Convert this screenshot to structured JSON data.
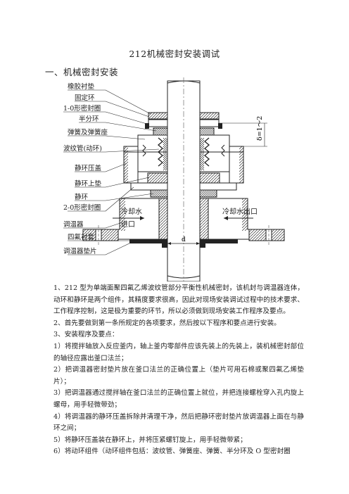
{
  "title": "212机械密封安装调试",
  "section1": "一、机械密封安装",
  "labels": {
    "rubber_gasket": "橡胶衬垫",
    "fixed_ring": "固定环",
    "o_ring1": "1-0形密封圈",
    "half_ring": "半分环",
    "spring_seat": "弹簧及弹簧座",
    "bellows": "波纹管(动环)",
    "static_gland": "静环压盖",
    "static_upper_pad": "静环上垫",
    "static_ring": "静环",
    "o_ring2": "2-0形密封圈",
    "regulator": "调温器",
    "ptfe_liner": "四氟衬套",
    "regulator_pad": "调温器垫片",
    "cooling_in": "冷却水",
    "cooling_in2": "进口",
    "cooling_out": "冷却水出口",
    "delta": "δ=1～2",
    "d_mark": "d"
  },
  "paragraphs": [
    "1、212 型为单端面聚四氟乙烯波纹管部分平衡性机械密封，该机封与调温器连体，动环和静环是两个组件，其精度要求很高，因此对现场安装调试过程中的技术要求、工作程序控制，这是极为重要的环节，所以必须做到现场安装工作程序及要点。",
    "2、首先要做到第一条所规定的各项要求，然后按以下程序和要点进行安装。",
    "3、安装程序及要点：",
    "1）将搅拌轴放入反应釜内，轴上釜内零部件应该先装上的先装上，装机械密封部位的轴径应露出釜口法兰；",
    "2）把调温器密封垫片放在釜口法兰的正确位置上（垫片可用石棉或聚四氟乙烯垫片）；",
    "3）把调温器通过搅拌轴在釜口法兰的正确位置上就位，并把连接螺栓穿入孔内旋上螺母，用手轻微带劲；",
    "4）将调温器的静环压盖拆除并清理干净，然后把静环密封垫片放调温器上面在与静环之间；",
    "5）将静环压盖装在静环上，并将压紧螺钉旋上，用手轻微带紧；",
    "6）将动环组件（动环组件包括：波纹管、弹簧座、弹簧、半分环及 O 型密封圈"
  ]
}
